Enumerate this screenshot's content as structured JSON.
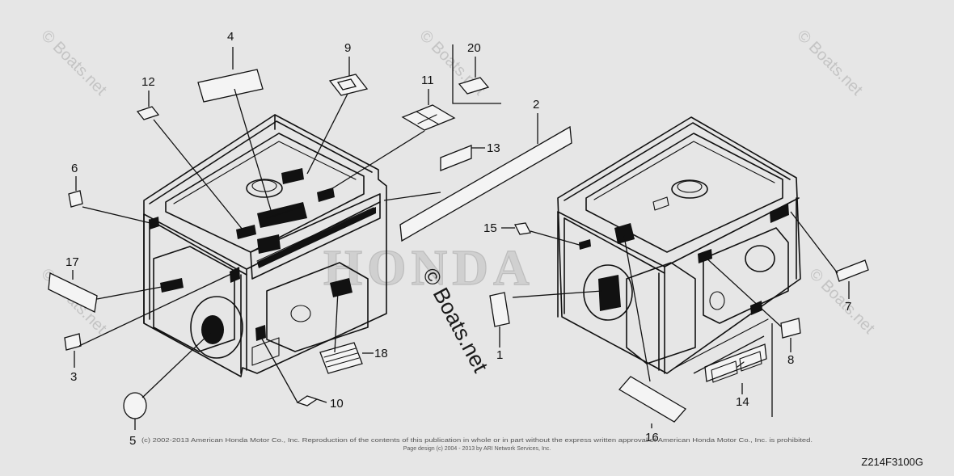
{
  "diagram": {
    "part_code": "Z214F3100G",
    "brand_watermark": "HONDA",
    "site_watermark": "© Boats.net",
    "copyright_line_1": "(c) 2002-2013 American Honda Motor Co., Inc. Reproduction of the contents of this publication in whole or in part without the express written approval of American Honda Motor Co., Inc. is prohibited.",
    "copyright_line_2": "Page design (c) 2004 - 2013 by ARI Network Services, Inc.",
    "callouts": {
      "c1": "1",
      "c2": "2",
      "c3": "3",
      "c4": "4",
      "c5": "5",
      "c6": "6",
      "c7": "7",
      "c8": "8",
      "c9": "9",
      "c10": "10",
      "c11": "11",
      "c12": "12",
      "c13": "13",
      "c14": "14",
      "c15": "15",
      "c16": "16",
      "c17": "17",
      "c18": "18",
      "c20": "20"
    }
  }
}
